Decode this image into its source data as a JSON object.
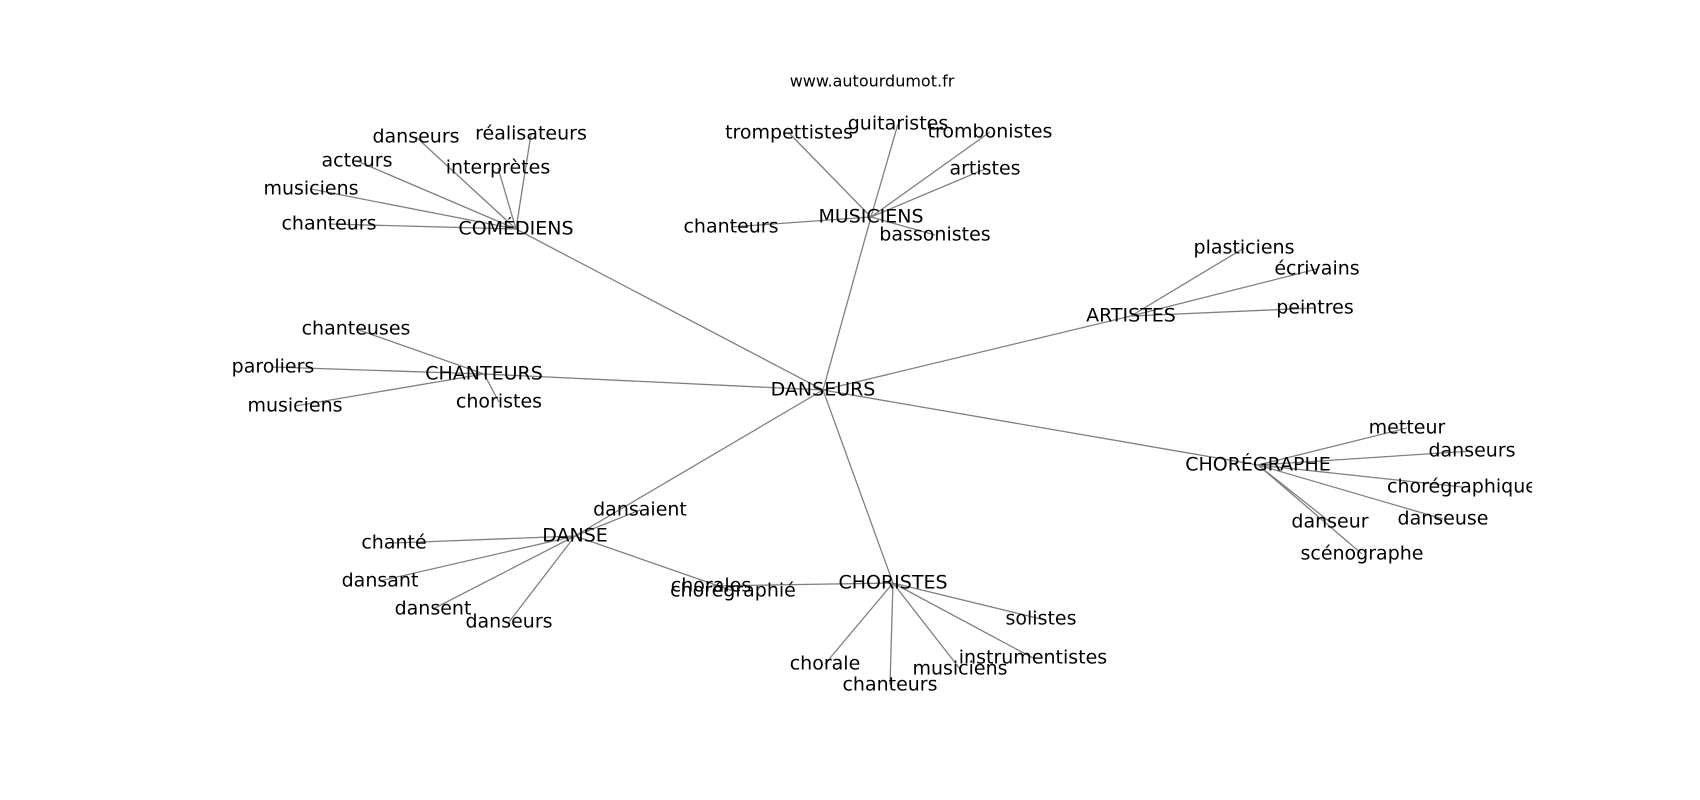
{
  "source_label": "www.autourdumot.fr",
  "center": {
    "id": "danseurs_center",
    "label": "DANSEURS"
  },
  "hubs": [
    {
      "id": "comediens",
      "label": "COMÉDIENS"
    },
    {
      "id": "musiciens",
      "label": "MUSICIENS"
    },
    {
      "id": "artistes",
      "label": "ARTISTES"
    },
    {
      "id": "chanteurs",
      "label": "CHANTEURS"
    },
    {
      "id": "choregraphe",
      "label": "CHORÉGRAPHE"
    },
    {
      "id": "danse",
      "label": "DANSE"
    },
    {
      "id": "choristes",
      "label": "CHORISTES"
    }
  ],
  "leaves": [
    {
      "id": "com_danseurs",
      "label": "danseurs",
      "hub": "comediens"
    },
    {
      "id": "com_realisateurs",
      "label": "réalisateurs",
      "hub": "comediens"
    },
    {
      "id": "com_acteurs",
      "label": "acteurs",
      "hub": "comediens"
    },
    {
      "id": "com_interpretes",
      "label": "interprètes",
      "hub": "comediens"
    },
    {
      "id": "com_musiciens",
      "label": "musiciens",
      "hub": "comediens"
    },
    {
      "id": "com_chanteurs",
      "label": "chanteurs",
      "hub": "comediens"
    },
    {
      "id": "mus_trompettistes",
      "label": "trompettistes",
      "hub": "musiciens"
    },
    {
      "id": "mus_guitaristes",
      "label": "guitaristes",
      "hub": "musiciens"
    },
    {
      "id": "mus_trombonistes",
      "label": "trombonistes",
      "hub": "musiciens"
    },
    {
      "id": "mus_artistes",
      "label": "artistes",
      "hub": "musiciens"
    },
    {
      "id": "mus_chanteurs",
      "label": "chanteurs",
      "hub": "musiciens"
    },
    {
      "id": "mus_bassonistes",
      "label": "bassonistes",
      "hub": "musiciens"
    },
    {
      "id": "art_plasticiens",
      "label": "plasticiens",
      "hub": "artistes"
    },
    {
      "id": "art_ecrivains",
      "label": "écrivains",
      "hub": "artistes"
    },
    {
      "id": "art_peintres",
      "label": "peintres",
      "hub": "artistes"
    },
    {
      "id": "cha_chanteuses",
      "label": "chanteuses",
      "hub": "chanteurs"
    },
    {
      "id": "cha_paroliers",
      "label": "paroliers",
      "hub": "chanteurs"
    },
    {
      "id": "cha_musiciens",
      "label": "musiciens",
      "hub": "chanteurs"
    },
    {
      "id": "cha_choristes",
      "label": "choristes",
      "hub": "chanteurs"
    },
    {
      "id": "cho_metteur",
      "label": "metteur",
      "hub": "choregraphe"
    },
    {
      "id": "cho_danseurs",
      "label": "danseurs",
      "hub": "choregraphe"
    },
    {
      "id": "cho_choregraphique",
      "label": "chorégraphique",
      "hub": "choregraphe"
    },
    {
      "id": "cho_danseuse",
      "label": "danseuse",
      "hub": "choregraphe"
    },
    {
      "id": "cho_danseur",
      "label": "danseur",
      "hub": "choregraphe"
    },
    {
      "id": "cho_scenographe",
      "label": "scénographe",
      "hub": "choregraphe"
    },
    {
      "id": "dan_dansaient",
      "label": "dansaient",
      "hub": "danse"
    },
    {
      "id": "dan_chante",
      "label": "chanté",
      "hub": "danse"
    },
    {
      "id": "dan_dansant",
      "label": "dansant",
      "hub": "danse"
    },
    {
      "id": "dan_dansent",
      "label": "dansent",
      "hub": "danse"
    },
    {
      "id": "dan_danseurs",
      "label": "danseurs",
      "hub": "danse"
    },
    {
      "id": "dan_choregraphie",
      "label": "chorégraphié",
      "hub": "danse"
    },
    {
      "id": "chs_chorales",
      "label": "chorales",
      "hub": "choristes"
    },
    {
      "id": "chs_solistes",
      "label": "solistes",
      "hub": "choristes"
    },
    {
      "id": "chs_instrumentistes",
      "label": "instrumentistes",
      "hub": "choristes"
    },
    {
      "id": "chs_chorale",
      "label": "chorale",
      "hub": "choristes"
    },
    {
      "id": "chs_musiciens",
      "label": "musiciens",
      "hub": "choristes"
    },
    {
      "id": "chs_chanteurs",
      "label": "chanteurs",
      "hub": "choristes"
    }
  ]
}
